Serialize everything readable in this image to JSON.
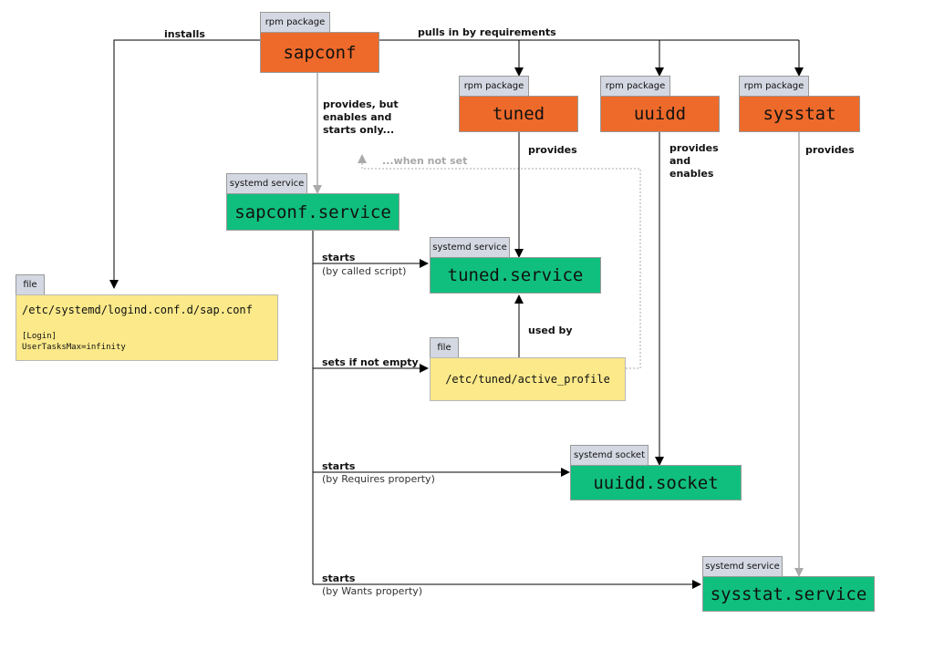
{
  "nodes": {
    "sapconf_pkg": {
      "tag": "rpm package",
      "title": "sapconf"
    },
    "tuned_pkg": {
      "tag": "rpm package",
      "title": "tuned"
    },
    "uuidd_pkg": {
      "tag": "rpm package",
      "title": "uuidd"
    },
    "sysstat_pkg": {
      "tag": "rpm package",
      "title": "sysstat"
    },
    "sapconf_service": {
      "tag": "systemd service",
      "title": "sapconf.service"
    },
    "tuned_service": {
      "tag": "systemd service",
      "title": "tuned.service"
    },
    "uuidd_socket": {
      "tag": "systemd socket",
      "title": "uuidd.socket"
    },
    "sysstat_service": {
      "tag": "systemd service",
      "title": "sysstat.service"
    },
    "logind_file": {
      "tag": "file",
      "title": "/etc/systemd/logind.conf.d/sap.conf",
      "content_line1": "[Login]",
      "content_line2": "UserTasksMax=infinity"
    },
    "active_profile_file": {
      "tag": "file",
      "title": "/etc/tuned/active_profile"
    }
  },
  "edges": {
    "installs": "installs",
    "pulls_in": "pulls in by requirements",
    "provides_but": "provides, but\nenables and\nstarts only...",
    "when_not_set": "...when not set",
    "tuned_provides": "provides",
    "uuidd_provides": "provides\nand\nenables",
    "sysstat_provides": "provides",
    "starts_tuned": "starts",
    "starts_tuned_sub": "(by called script)",
    "used_by": "used by",
    "sets_if_not_empty": "sets if not empty",
    "starts_uuidd": "starts",
    "starts_uuidd_sub": "(by Requires property)",
    "starts_sysstat": "starts",
    "starts_sysstat_sub": "(by Wants property)"
  },
  "colors": {
    "rpm_package": "#ee6a2a",
    "systemd_unit": "#10bf7e",
    "file": "#fbe98a",
    "tag": "#d4d8e2",
    "conditional_edge": "#a8a8a8"
  }
}
